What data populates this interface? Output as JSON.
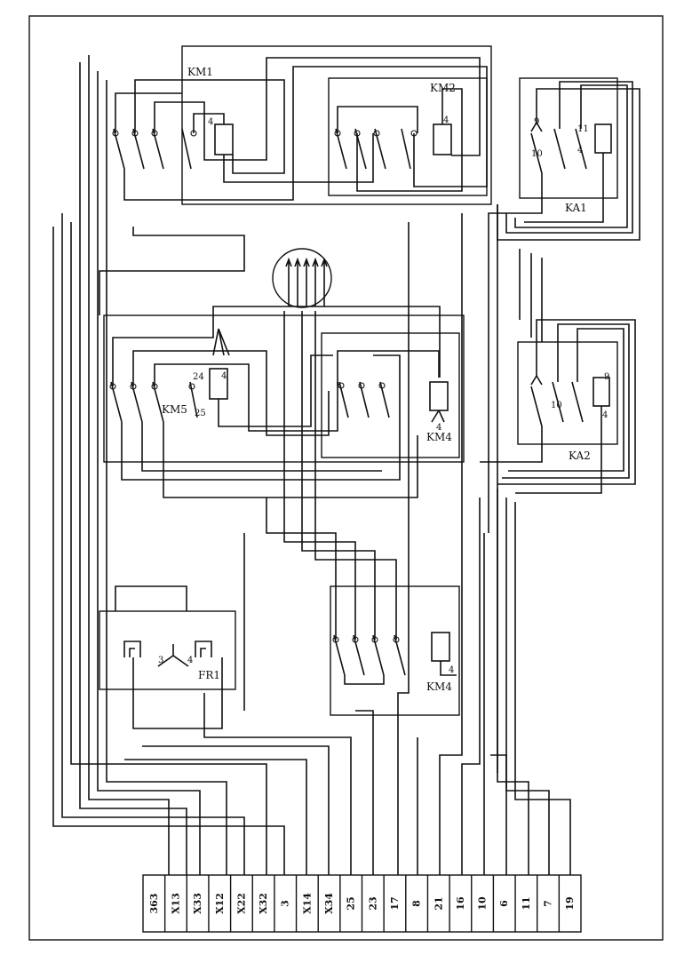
{
  "components": {
    "km1": "KM1",
    "km2": "KM2",
    "ka1": "KA1",
    "ka2": "KA2",
    "km5": "KM5",
    "km4_top": "KM4",
    "km4_bottom": "KM4",
    "fr1": "FR1"
  },
  "pins": {
    "km1_coil": "4",
    "km2_coil": "4",
    "ka1_a": "9",
    "ka1_b": "11",
    "ka1_c": "10",
    "ka1_d": "4",
    "ka2_a": "9",
    "ka2_b": "10",
    "ka2_c": "4",
    "km5_a": "24",
    "km5_b": "4",
    "km5_c": "25",
    "km4_top_coil": "4",
    "km4_bottom_coil": "4",
    "fr1_a": "3",
    "fr1_b": "4"
  },
  "terminals": [
    "363",
    "X13",
    "X33",
    "X12",
    "X22",
    "X32",
    "3",
    "X14",
    "X34",
    "25",
    "23",
    "17",
    "8",
    "21",
    "16",
    "10",
    "6",
    "11",
    "7",
    "19"
  ]
}
